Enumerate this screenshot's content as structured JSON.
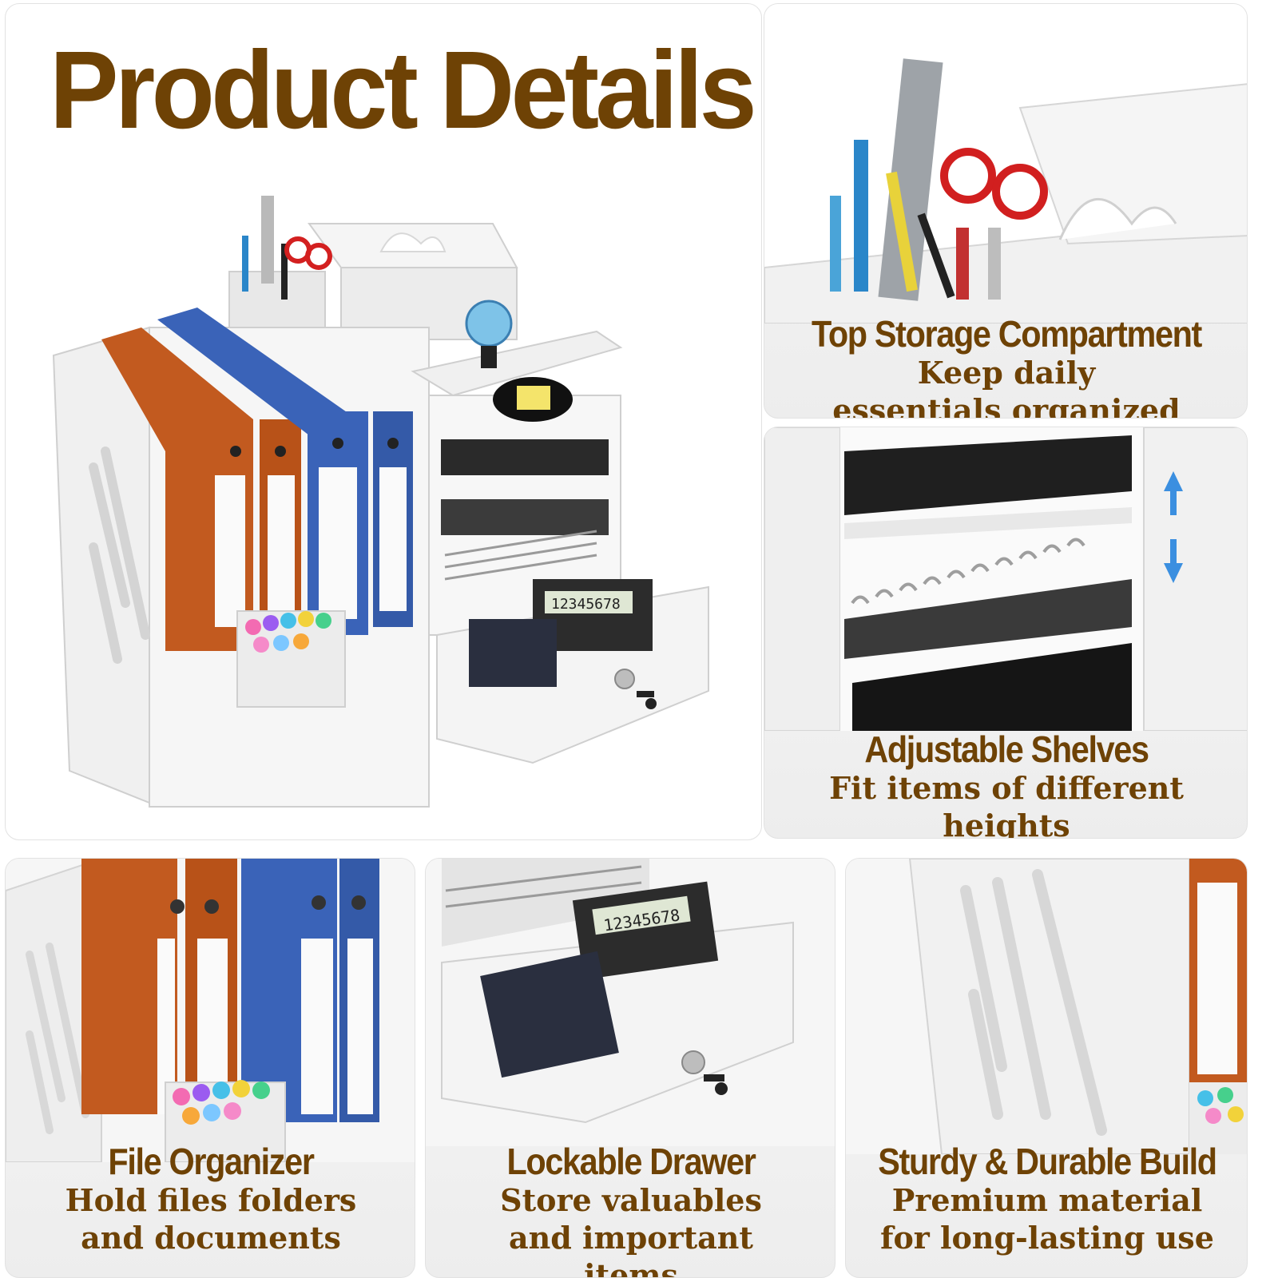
{
  "title": "Product Details",
  "features": [
    {
      "heading": "Top Storage Compartment",
      "text": "Keep daily essentials organized"
    },
    {
      "heading": "Adjustable Shelves",
      "text": "Fit items of different heights"
    },
    {
      "heading": "File Organizer",
      "text": "Hold files folders and documents"
    },
    {
      "heading": "Lockable Drawer",
      "text": "Store valuables and important items"
    },
    {
      "heading": "Sturdy & Durable Build",
      "text": "Premium material for long-lasting use"
    }
  ],
  "photo_labels": {
    "calculator_display": "12345678"
  },
  "colors": {
    "text": "#6e4205",
    "binder_orange": "#c25a1f",
    "binder_blue": "#3a63b8",
    "arrow_blue": "#3b8fe0",
    "organizer_white": "#f3f3f3"
  },
  "icons": [
    "up-down-arrow-icon",
    "key-icon",
    "lock-icon"
  ]
}
